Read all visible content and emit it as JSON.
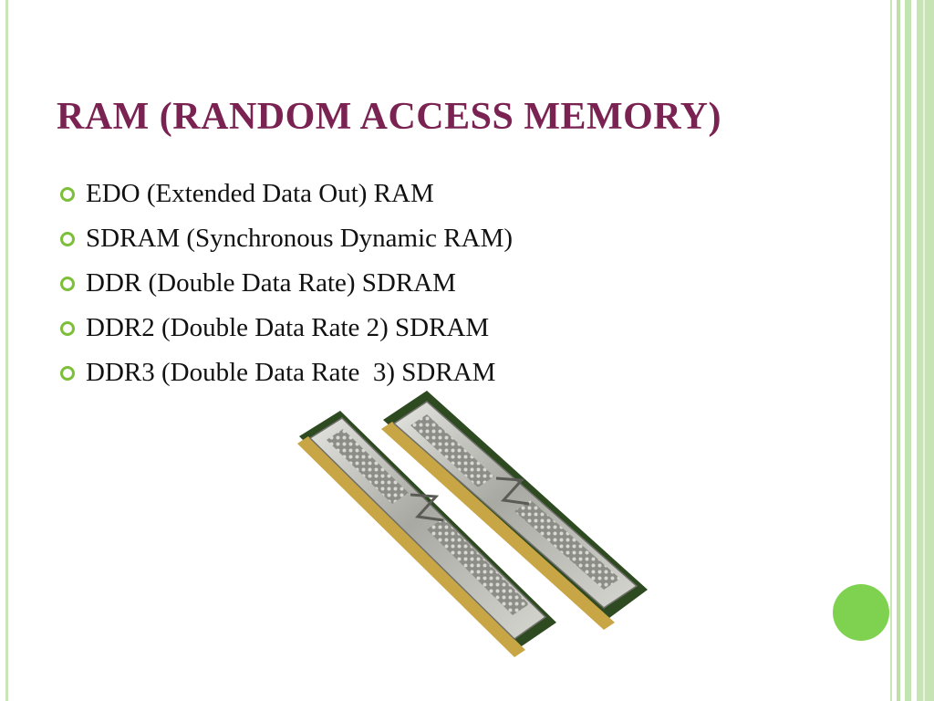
{
  "slide": {
    "title": "RAM (RANDOM ACCESS MEMORY)",
    "bullets": [
      "EDO (Extended Data Out) RAM",
      "SDRAM (Synchronous Dynamic RAM)",
      "DDR (Double Data Rate) SDRAM",
      "DDR2 (Double Data Rate 2) SDRAM",
      "DDR3 (Double Data Rate  3) SDRAM"
    ]
  },
  "colors": {
    "title": "#7a2352",
    "bullet_icon": "#7dbf3a",
    "frame": "#c7e4b5",
    "dot": "#7fd24f"
  },
  "image": {
    "subject": "two-ram-modules-icon"
  }
}
